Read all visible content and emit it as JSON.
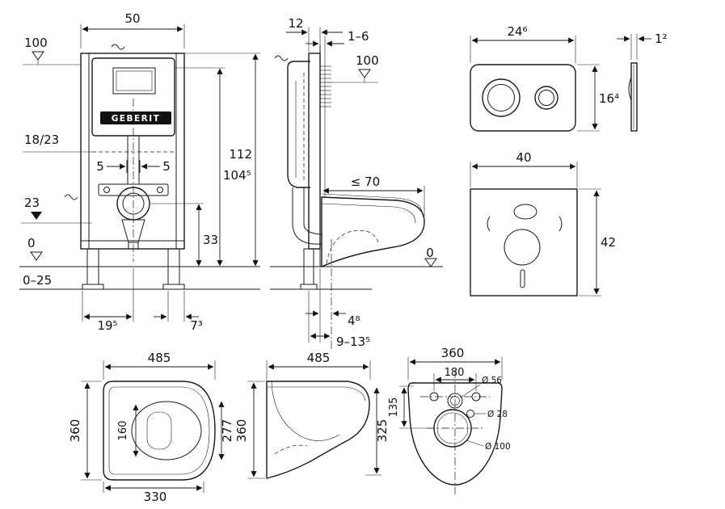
{
  "frame_front": {
    "brand": "GEBERIT",
    "width": "50",
    "level_top": "100",
    "supply": "18/23",
    "offset_left": "5",
    "offset_right": "5",
    "level_mid": "23",
    "level_zero": "0",
    "floor_range": "0–25",
    "height_total": "112",
    "height_top": "104⁵",
    "outlet_height": "33",
    "dim_bottom_left": "19⁵",
    "dim_bottom_right": "7³"
  },
  "frame_side": {
    "rail_depth": "12",
    "finish_thickness": "1–6",
    "level_top": "100",
    "bowl_depth": "≤ 70",
    "level_zero": "0",
    "outlet_offset": "4⁸",
    "outlet_range": "9–13⁵"
  },
  "actuator_plate": {
    "width": "24⁶",
    "height": "16⁴",
    "thickness": "1²"
  },
  "insulation_mat": {
    "width": "40",
    "height": "42"
  },
  "bowl_top": {
    "length": "485",
    "width": "360",
    "inner_width": "160",
    "seat_length": "277",
    "bowl_length": "330"
  },
  "bowl_side": {
    "length": "485",
    "height_wall": "360",
    "height_front": "325"
  },
  "bowl_back": {
    "width": "360",
    "bolt_spacing": "180",
    "inlet_dia": "Ø 56",
    "small_dia": "Ø 28",
    "outlet_dia": "Ø 100",
    "height_connections": "135"
  }
}
